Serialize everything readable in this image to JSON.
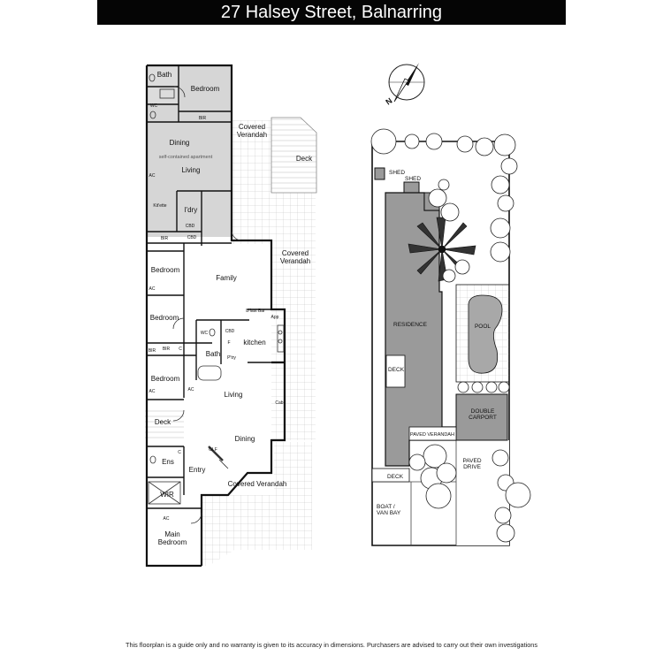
{
  "header": {
    "title": "27 Halsey Street, Balnarring"
  },
  "floorplan": {
    "rooms": {
      "bath_top": "Bath",
      "bedroom_top": "Bedroom",
      "wc_top": "WC",
      "bir_top": "BIR",
      "dining_apartment": "Dining",
      "apartment_note": "self-contained apartment",
      "living_apartment": "Living",
      "ac_apartment": "AC",
      "kitchenette": "Kit'ette",
      "laundry": "l'dry",
      "cbd_1": "CBD",
      "cbd_2": "CBD",
      "bir_mid": "BIR",
      "bedroom_2": "Bedroom",
      "ac_bed2": "AC",
      "family": "Family",
      "bfast_bar": "B'fast Bar",
      "app": "App",
      "bedroom_3": "Bedroom",
      "wc_mid": "WC",
      "cbd_3": "CBD",
      "f_label": "F",
      "kitchen": "kitchen",
      "bir_a": "BIR",
      "bir_b": "BIR",
      "c_label": "C",
      "bath_mid": "Bath",
      "pantry": "P'try",
      "bedroom_4": "Bedroom",
      "ac_bed4": "AC",
      "ac_living": "AC",
      "living_main": "Living",
      "cab": "Cab",
      "deck_left": "Deck",
      "dining_main": "Dining",
      "glf": "GLF",
      "ens": "Ens",
      "c_ens": "C",
      "entry": "Entry",
      "wir": "WIR",
      "ac_main": "AC",
      "main_bedroom": "Main\nBedroom",
      "covered_verandah_top": "Covered\nVerandah",
      "deck_top": "Deck",
      "covered_verandah_mid": "Covered\nVerandah",
      "covered_verandah_bottom": "Covered Verandah"
    }
  },
  "siteplan": {
    "compass": "N",
    "labels": {
      "shed_1": "SHED",
      "shed_2": "SHED",
      "residence": "RESIDENCE",
      "pool": "POOL",
      "deck_res": "DECK",
      "double_carport": "DOUBLE\nCARPORT",
      "paved_verandah": "PAVED VERANDAH",
      "paved_drive": "PAVED\nDRIVE",
      "deck_bottom": "DECK",
      "boat_van_bay": "BOAT /\nVAN BAY"
    }
  },
  "footer": {
    "disclaimer": "This floorplan is a guide only and no warranty is given to  its accuracy in dimensions. Purchasers are advised to carry out their own investigations"
  },
  "colors": {
    "title_bar": "#050505",
    "apartment_fill": "#d6d6d6",
    "residence_fill": "#9a9a9a",
    "pool_fill": "#a8a8a8",
    "carport_fill": "#9a9a9a",
    "wall": "#111111"
  }
}
